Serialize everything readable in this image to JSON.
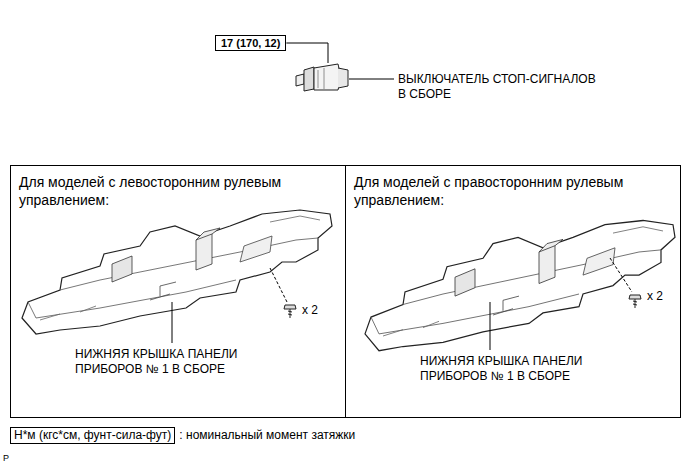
{
  "diagram": {
    "nodes": [
      {
        "text": [
          "17 (170, 12)"
        ]
      },
      {
        "text": [
          "Для моделей с левосторонним рулевым управлением:"
        ]
      },
      {
        "text": [
          "Для моделей с правосторонним рулевым управлением:"
        ]
      },
      {
        "text": [
          "Н*м (кгс*см, фунт-сила-фут)"
        ]
      }
    ],
    "labels": [
      "ВЫКЛЮЧАТЕЛЬ СТОП-СИГНАЛОВ В СБОРЕ",
      "x 2",
      "НИЖНЯЯ КРЫШКА ПАНЕЛИ ПРИБОРОВ № 1 В СБОРЕ",
      "x 2",
      "НИЖНЯЯ КРЫШКА ПАНЕЛИ ПРИБОРОВ № 1 В СБОРЕ",
      ": номинальный момент затяжки",
      "P"
    ]
  }
}
